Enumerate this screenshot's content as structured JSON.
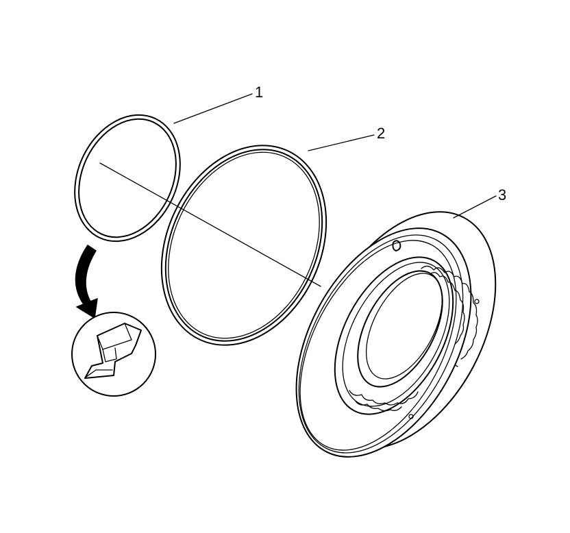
{
  "callouts": [
    {
      "label": "1"
    },
    {
      "label": "2"
    },
    {
      "label": "3"
    }
  ],
  "colors": {
    "background": "#ffffff",
    "line": "#000000"
  }
}
